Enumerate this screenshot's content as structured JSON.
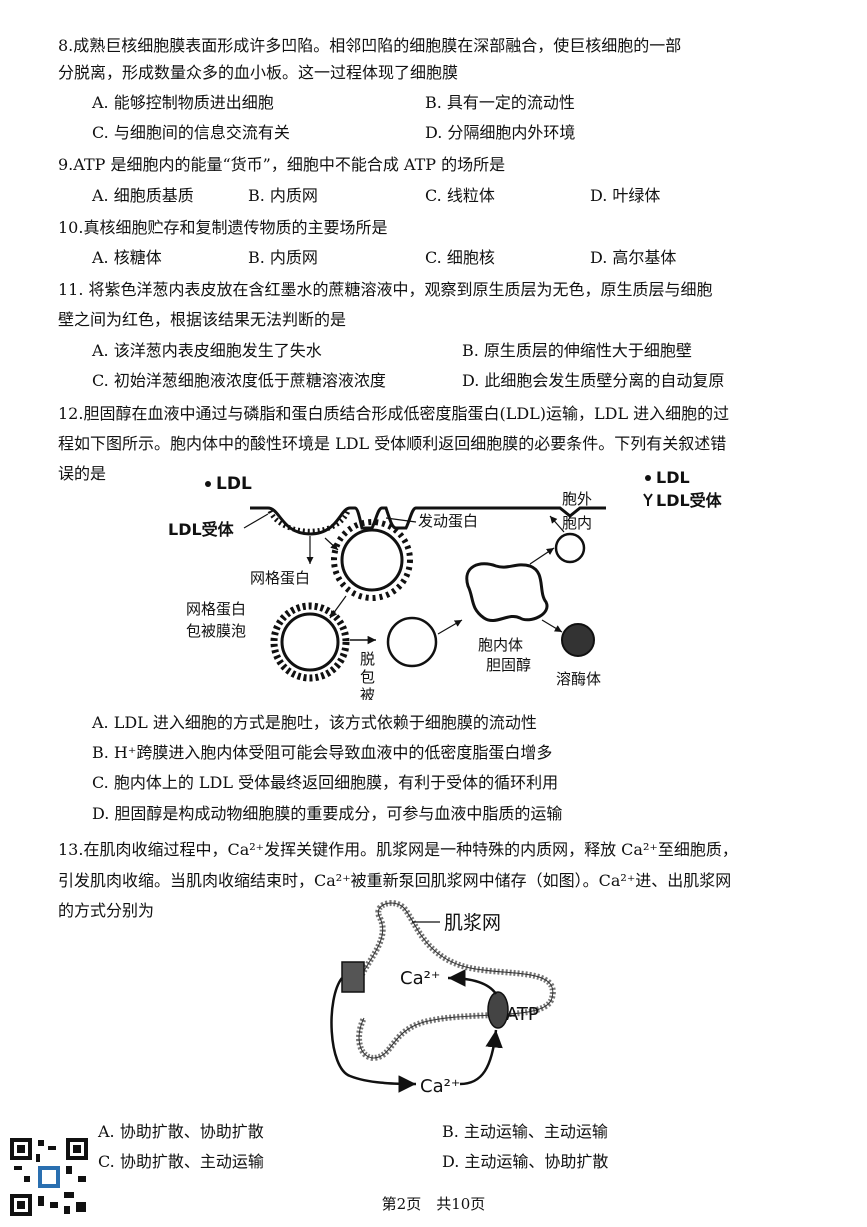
{
  "q8": {
    "line1": "8.成熟巨核细胞膜表面形成许多凹陷。相邻凹陷的细胞膜在深部融合，使巨核细胞的一部",
    "line2": "分脱离，形成数量众多的血小板。这一过程体现了细胞膜",
    "A": "A. 能够控制物质进出细胞",
    "B": "B. 具有一定的流动性",
    "C": "C. 与细胞间的信息交流有关",
    "D": "D. 分隔细胞内外环境"
  },
  "q9": {
    "stem": "9.ATP 是细胞内的能量“货币”，细胞中不能合成 ATP 的场所是",
    "A": "A. 细胞质基质",
    "B": "B. 内质网",
    "C": "C. 线粒体",
    "D": "D. 叶绿体"
  },
  "q10": {
    "stem": "10.真核细胞贮存和复制遗传物质的主要场所是",
    "A": "A. 核糖体",
    "B": "B. 内质网",
    "C": "C. 细胞核",
    "D": "D. 高尔基体"
  },
  "q11": {
    "line1": "11. 将紫色洋葱内表皮放在含红墨水的蔗糖溶液中，观察到原生质层为无色，原生质层与细胞",
    "line2": "壁之间为红色，根据该结果无法判断的是",
    "A": "A. 该洋葱内表皮细胞发生了失水",
    "B": "B. 原生质层的伸缩性大于细胞壁",
    "C": "C. 初始洋葱细胞液浓度低于蔗糖溶液浓度",
    "D": "D. 此细胞会发生质壁分离的自动复原"
  },
  "q12": {
    "line1": "12.胆固醇在血液中通过与磷脂和蛋白质结合形成低密度脂蛋白(LDL)运输，LDL 进入细胞的过",
    "line2": "程如下图所示。胞内体中的酸性环境是 LDL 受体顺利返回细胞膜的必要条件。下列有关叙述错",
    "line3": "误的是",
    "A": "A. LDL 进入细胞的方式是胞吐，该方式依赖于细胞膜的流动性",
    "B": "B. H⁺跨膜进入胞内体受阻可能会导致血液中的低密度脂蛋白增多",
    "C": "C. 胞内体上的 LDL 受体最终返回细胞膜，有利于受体的循环利用",
    "D": "D. 胆固醇是构成动物细胞膜的重要成分，可参与血液中脂质的运输",
    "fig": {
      "ldl": "LDL",
      "ldl_receptor": "LDL受体",
      "legend_ldl": "LDL",
      "legend_receptor": "LDL受体",
      "outside": "胞外",
      "inside": "胞内",
      "dynamin": "发动蛋白",
      "clathrin": "网格蛋白",
      "vesicle1": "网格蛋白",
      "vesicle2": "包被膜泡",
      "uncoat1": "脱",
      "uncoat2": "包",
      "uncoat3": "被",
      "endosome": "胞内体",
      "cholesterol": "胆固醇",
      "lysosome": "溶酶体"
    }
  },
  "q13": {
    "line1": "13.在肌肉收缩过程中，Ca²⁺发挥关键作用。肌浆网是一种特殊的内质网，释放 Ca²⁺至细胞质，",
    "line2": "引发肌肉收缩。当肌肉收缩结束时，Ca²⁺被重新泵回肌浆网中储存（如图）。Ca²⁺进、出肌浆网",
    "line3": "的方式分别为",
    "A": "A. 协助扩散、协助扩散",
    "B": "B. 主动运输、主动运输",
    "C": "C. 协助扩散、主动运输",
    "D": "D. 主动运输、协助扩散",
    "fig": {
      "sr": "肌浆网",
      "ca_in": "Ca²⁺",
      "ca_out": "Ca²⁺",
      "atp": "ATP"
    }
  },
  "footer": "第2页　共10页"
}
